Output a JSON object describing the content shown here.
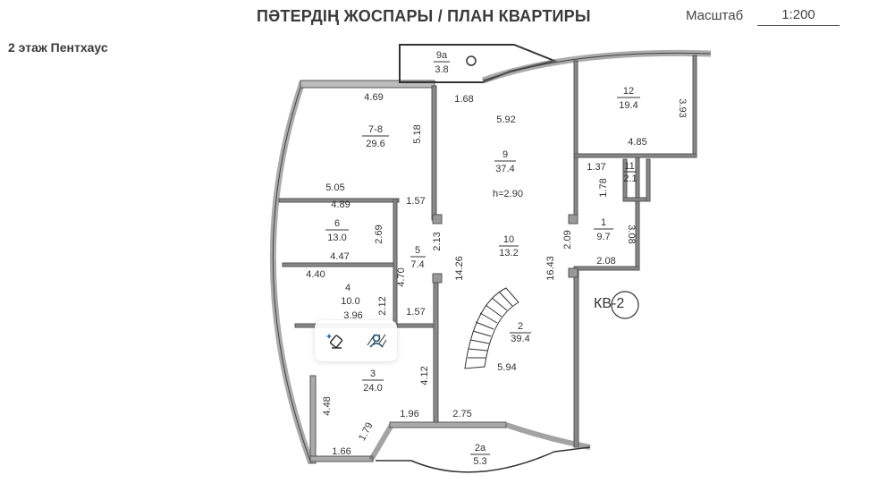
{
  "header": {
    "title": "ПӘТЕРДІҢ ЖОСПАРЫ / ПЛАН КВАРТИРЫ",
    "scale_label": "Масштаб",
    "scale_value": "1:200"
  },
  "floor_label": "2 этаж Пентхаус",
  "apartment_label": "КВ-2",
  "rooms": [
    {
      "id": "1",
      "area": "9.7"
    },
    {
      "id": "2",
      "area": "39.4"
    },
    {
      "id": "2a",
      "area": "5.3"
    },
    {
      "id": "3",
      "area": "24.0"
    },
    {
      "id": "4",
      "area": "10.0"
    },
    {
      "id": "5",
      "area": "7.4"
    },
    {
      "id": "6",
      "area": "13.0"
    },
    {
      "id": "7-8",
      "area": "29.6"
    },
    {
      "id": "9",
      "area": "37.4"
    },
    {
      "id": "9a",
      "area": "3.8"
    },
    {
      "id": "10",
      "area": "13.2"
    },
    {
      "id": "11",
      "area": "2.1"
    },
    {
      "id": "12",
      "area": "19.4"
    }
  ],
  "ceiling_height": "h=2.90",
  "dimensions": {
    "d_469": "4.69",
    "d_518": "5.18",
    "d_505": "5.05",
    "d_157a": "1.57",
    "d_489": "4.89",
    "d_269": "2.69",
    "d_447": "4.47",
    "d_440": "4.40",
    "d_470": "4.70",
    "d_212": "2.12",
    "d_396": "3.96",
    "d_157b": "1.57",
    "d_213": "2.13",
    "d_168": "1.68",
    "d_592": "5.92",
    "d_1426": "14.26",
    "d_1643": "16.43",
    "d_594": "5.94",
    "d_209": "2.09",
    "d_208": "2.08",
    "d_308": "3.08",
    "d_137": "1.37",
    "d_178": "1.78",
    "d_485": "4.85",
    "d_393": "3.93",
    "d_412": "4.12",
    "d_448": "4.48",
    "d_196": "1.96",
    "d_275": "2.75",
    "d_179": "1.79",
    "d_166": "1.66"
  },
  "toolbar": {
    "tools": [
      {
        "name": "magic-eraser",
        "icon": "eraser-sparkle-icon"
      },
      {
        "name": "remove-people",
        "icon": "person-hatch-icon"
      }
    ]
  },
  "colors": {
    "wall": "#7a7a7a",
    "wall_fill": "#a8a8a8",
    "line": "#333333",
    "background": "#ffffff"
  }
}
